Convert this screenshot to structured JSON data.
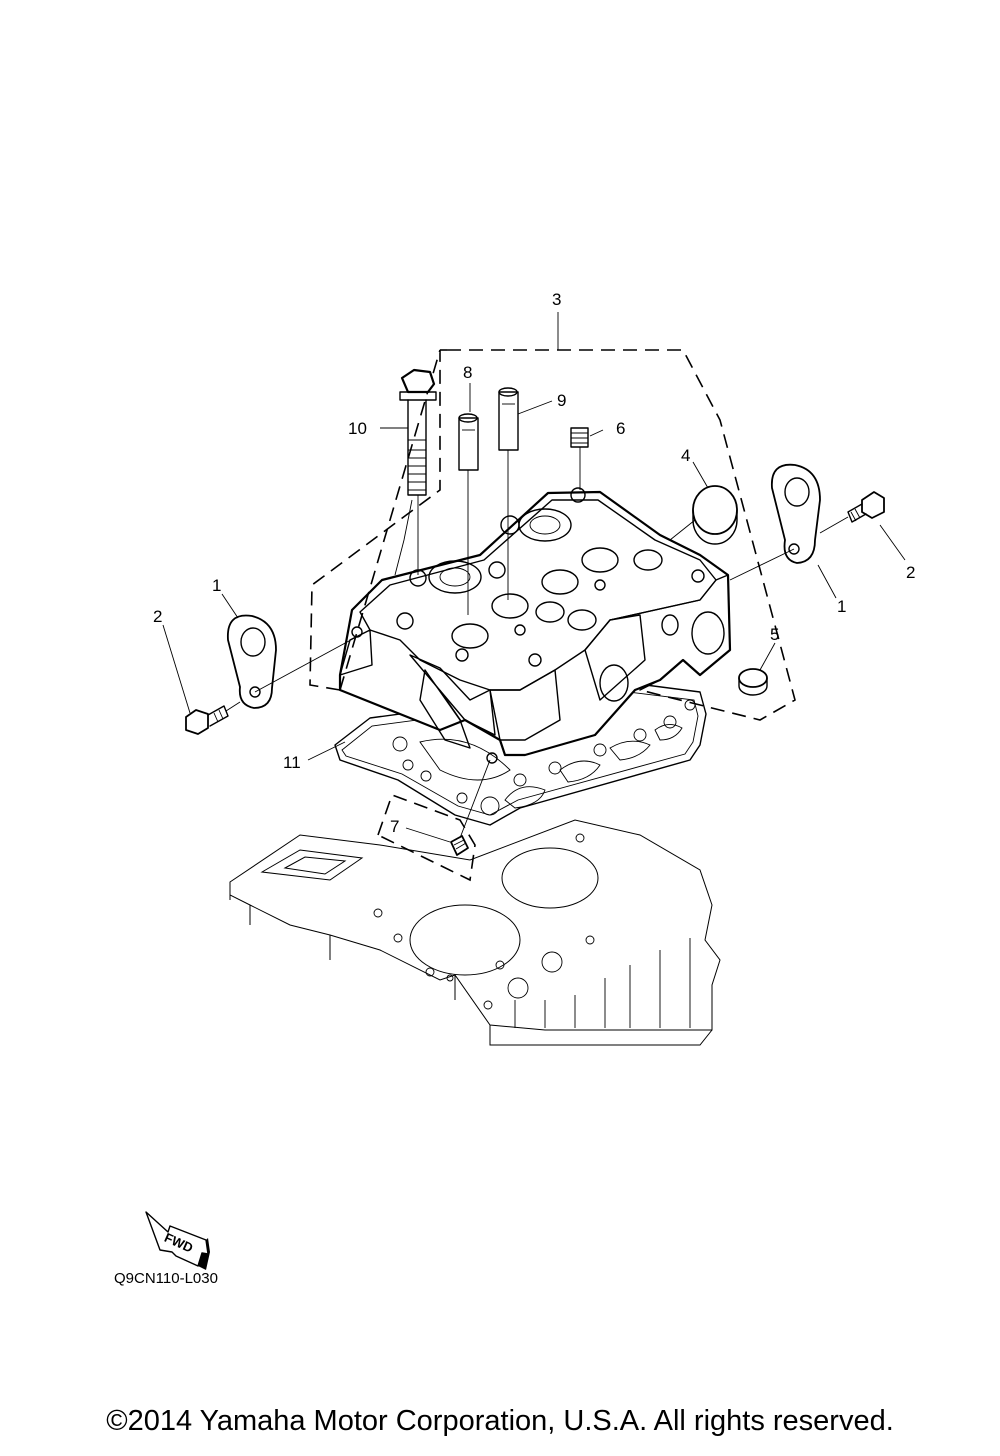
{
  "diagram": {
    "callouts": [
      {
        "id": "c3",
        "label": "3"
      },
      {
        "id": "c8",
        "label": "8"
      },
      {
        "id": "c9",
        "label": "9"
      },
      {
        "id": "c10",
        "label": "10"
      },
      {
        "id": "c6",
        "label": "6"
      },
      {
        "id": "c4",
        "label": "4"
      },
      {
        "id": "c1-right",
        "label": "1"
      },
      {
        "id": "c2-right",
        "label": "2"
      },
      {
        "id": "c1-left",
        "label": "1"
      },
      {
        "id": "c2-left",
        "label": "2"
      },
      {
        "id": "c5",
        "label": "5"
      },
      {
        "id": "c11",
        "label": "11"
      },
      {
        "id": "c7",
        "label": "7"
      }
    ],
    "fwd_label": "FWD",
    "drawing_code": "Q9CN110-L030"
  },
  "footer": {
    "copyright": "©2014 Yamaha Motor Corporation, U.S.A. All rights reserved."
  }
}
